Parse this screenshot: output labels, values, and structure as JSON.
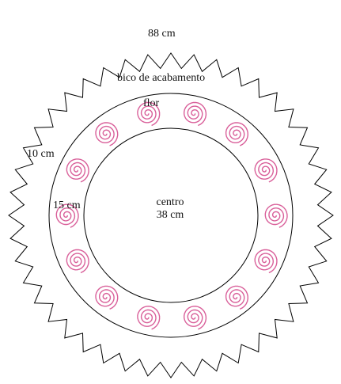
{
  "labels": {
    "outer_diameter": "88 cm",
    "trim": "bico de acabamento",
    "flower": "flor",
    "ring_10": "10 cm",
    "ring_15": "15 cm",
    "center_word": "centro",
    "center_size": "38 cm"
  },
  "colors": {
    "line": "#000000",
    "spiral": "#d9609a",
    "background": "#ffffff"
  },
  "flower_count": 14,
  "zigzag_points": 44,
  "icons": [
    "spiral-flower-icon"
  ]
}
